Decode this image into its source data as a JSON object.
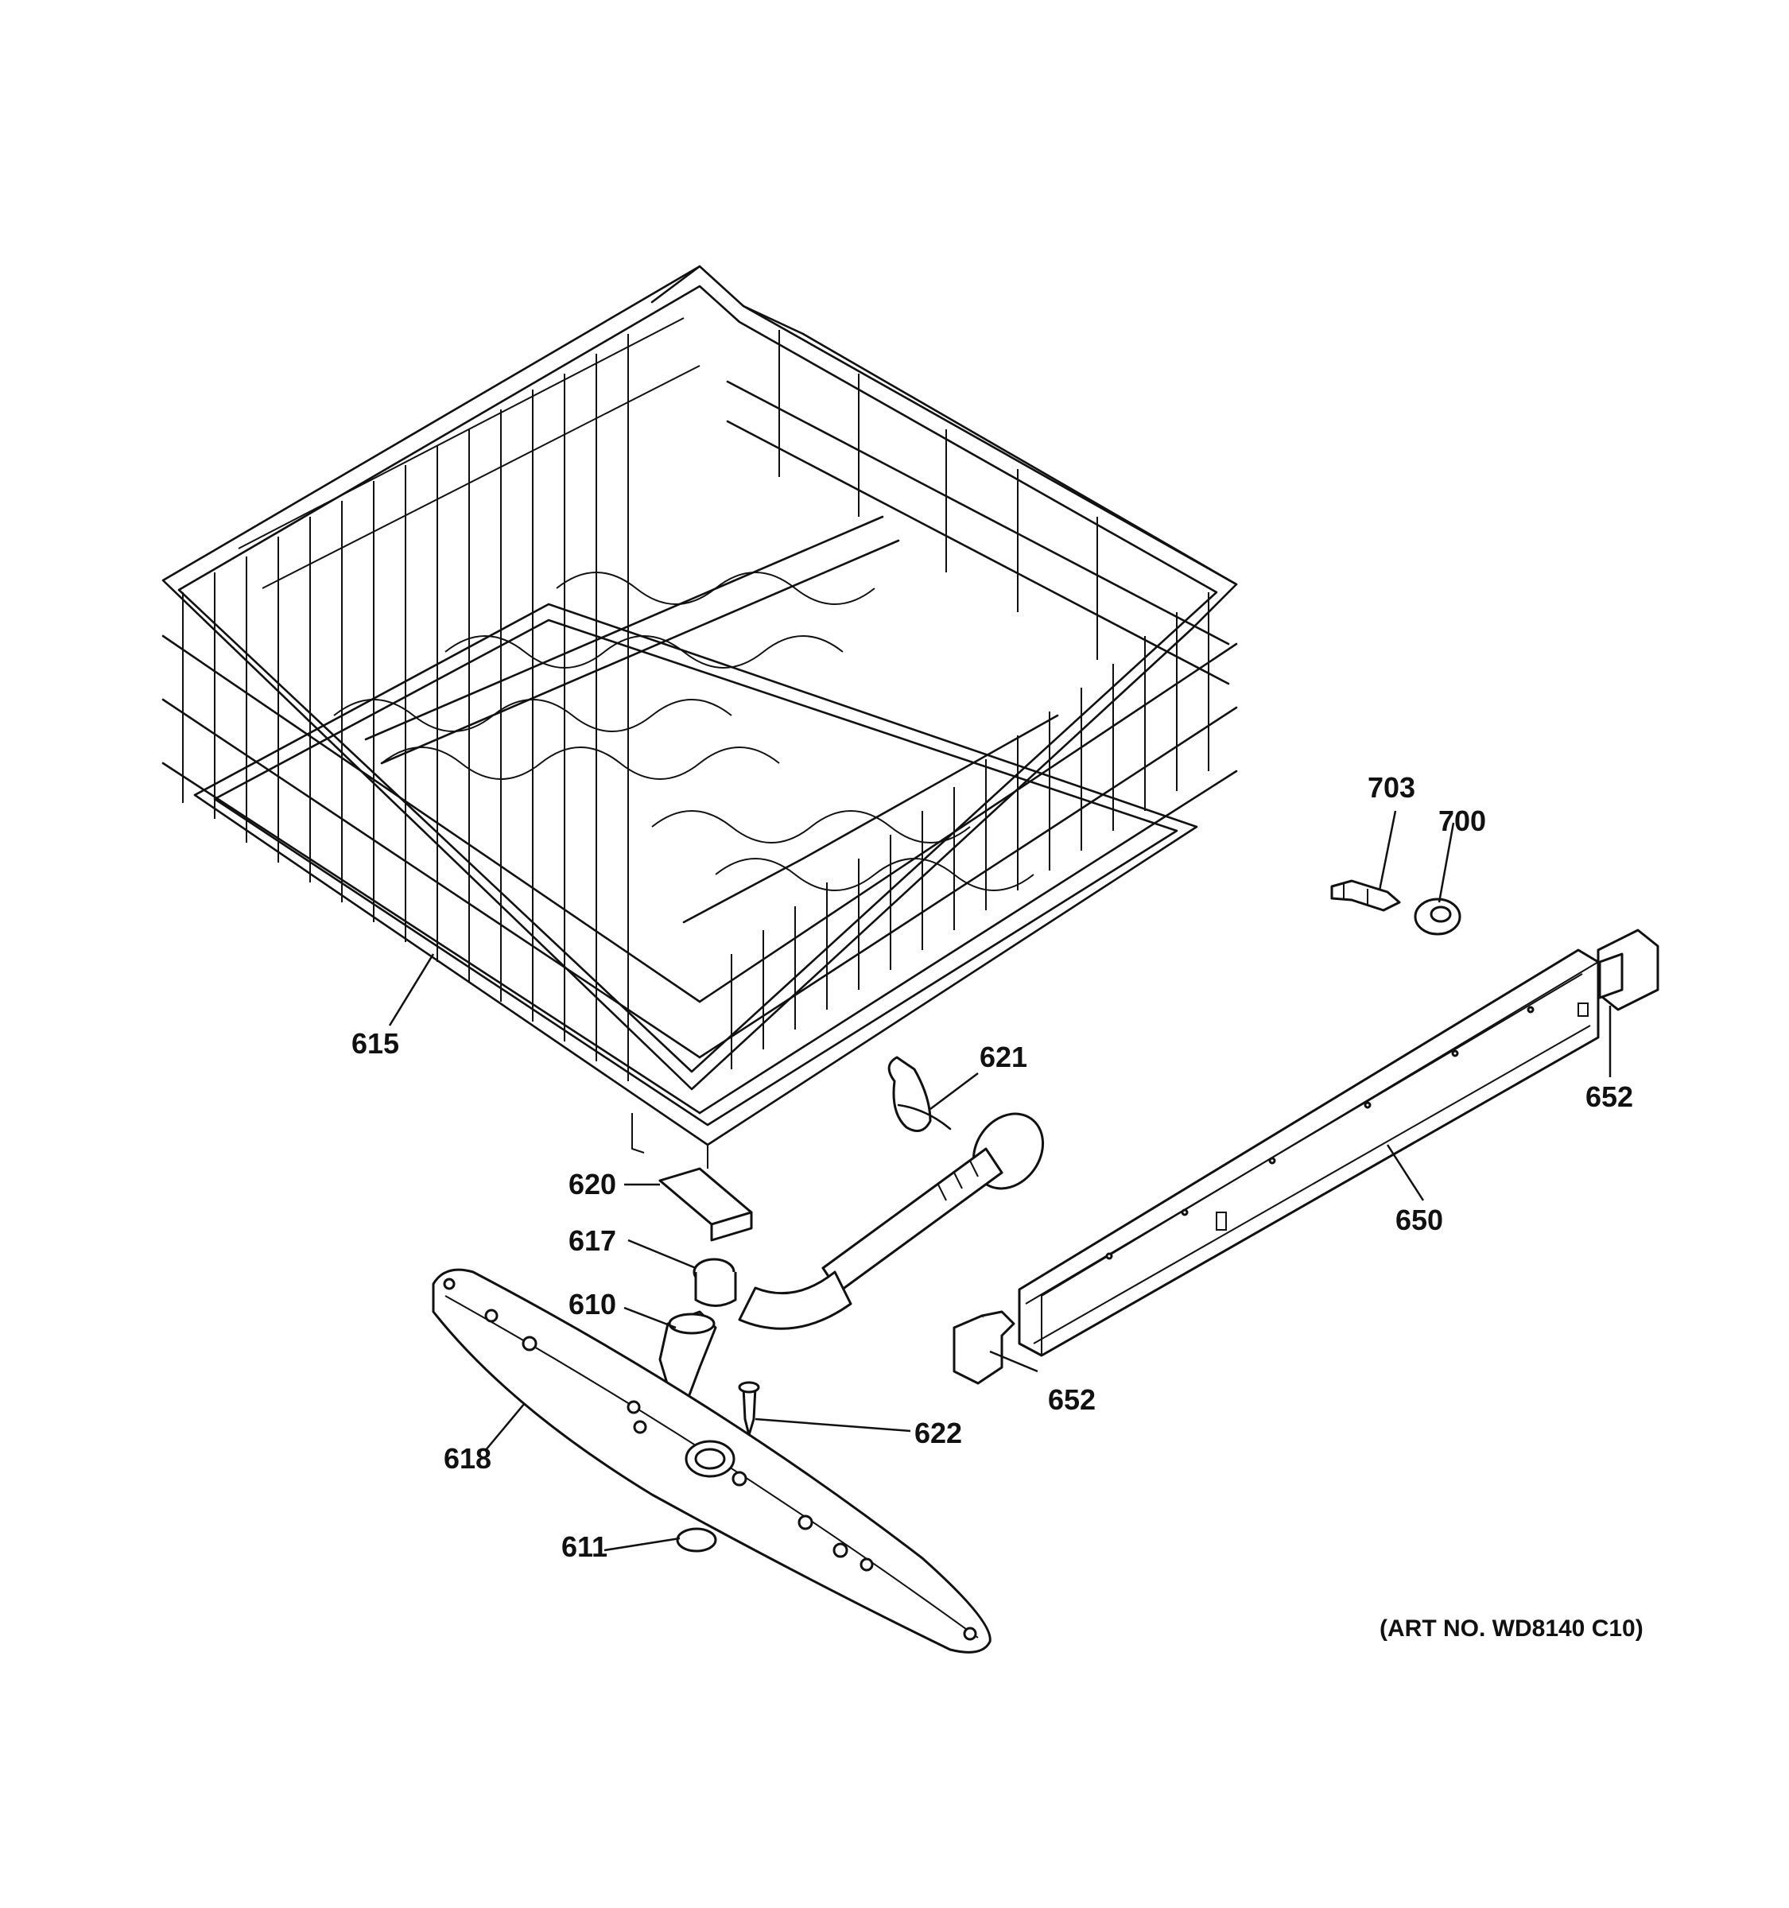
{
  "callouts": {
    "c615": "615",
    "c621": "621",
    "c620": "620",
    "c617": "617",
    "c610": "610",
    "c618": "618",
    "c611": "611",
    "c622": "622",
    "c703": "703",
    "c700": "700",
    "c652a": "652",
    "c650": "650",
    "c652b": "652"
  },
  "art_number": "(ART NO. WD8140 C10)"
}
